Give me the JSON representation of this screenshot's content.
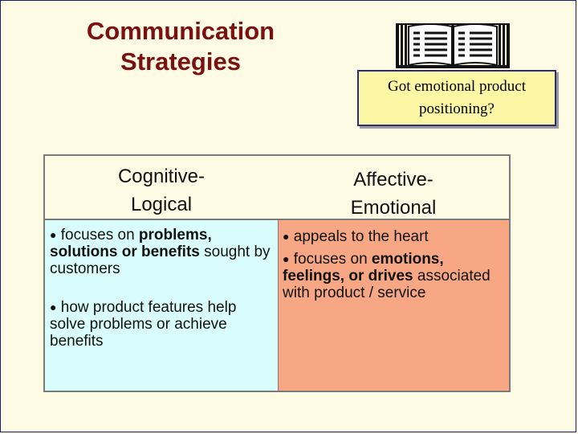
{
  "title": {
    "line1": "Communication",
    "line2": "Strategies"
  },
  "icons": {
    "book": "book-icon",
    "bullet": "●"
  },
  "callout": {
    "line1": "Got emotional product",
    "line2": "positioning?"
  },
  "left": {
    "heading_line1": "Cognitive-",
    "heading_line2": "Logical",
    "items": [
      {
        "pre": " focuses on ",
        "strong": "problems, solutions or benefits",
        "post": " sought by customers"
      },
      {
        "pre": " how product features help solve problems or achieve benefits",
        "strong": "",
        "post": ""
      }
    ]
  },
  "right": {
    "heading_line1": "Affective-",
    "heading_line2": "Emotional",
    "items": [
      {
        "pre": " appeals to the heart",
        "strong": "",
        "post": ""
      },
      {
        "pre": " focuses on ",
        "strong": "emotions, feelings, or drives",
        "post": " associated with product / service"
      }
    ]
  },
  "colors": {
    "title": "#7a1010",
    "background": "#fdfbe4",
    "callout_fill": "#fbf7a4",
    "left_fill": "#d9fcfd",
    "right_fill": "#f7a783"
  }
}
